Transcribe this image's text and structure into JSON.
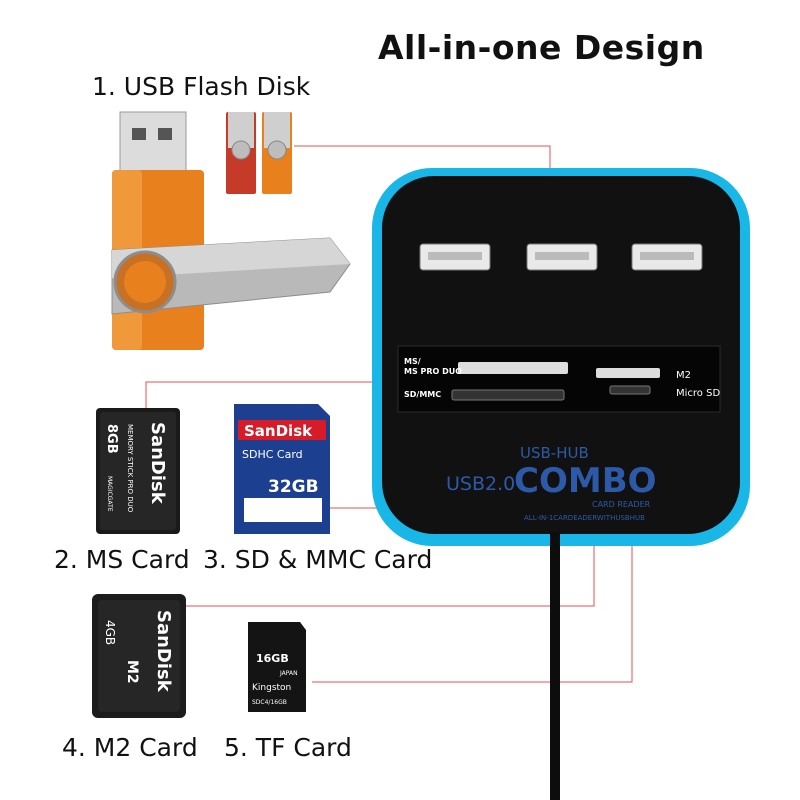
{
  "title": "All-in-one Design",
  "labels": {
    "usb_flash": "1. USB Flash Disk",
    "ms_card": "2. MS Card",
    "sd_card": "3. SD & MMC Card",
    "m2_card": "4. M2 Card",
    "tf_card": "5. TF Card"
  },
  "hub": {
    "slot_ms": "MS/",
    "slot_ms2": "MS PRO DUO",
    "slot_sd": "SD/MMC",
    "slot_m2": "M2",
    "slot_micro": "Micro SD",
    "usb_hub": "USB-HUB",
    "usb20": "USB2.0",
    "combo": "COMBO",
    "card_reader": "CARD READER",
    "all_in_one": "ALL-IN-1CARDEADERWITHUSBHUB"
  },
  "cards": {
    "ms_brand": "SanDisk",
    "ms_capacity": "8GB",
    "ms_line": "MEMORY STICK PRO DUO",
    "ms_magic": "MAGICGATE",
    "sd_brand": "SanDisk",
    "sd_type": "SDHC Card",
    "sd_capacity": "32GB",
    "m2_brand": "SanDisk",
    "m2_capacity": "4GB",
    "m2_type": "M2",
    "tf_brand": "Kingston",
    "tf_capacity": "16GB",
    "tf_japan": "JAPAN",
    "tf_model": "SDC4/16GB"
  },
  "colors": {
    "accent_cyan": "#19b6e8",
    "connector_red": "#e05050",
    "usb_orange": "#e8801e"
  }
}
